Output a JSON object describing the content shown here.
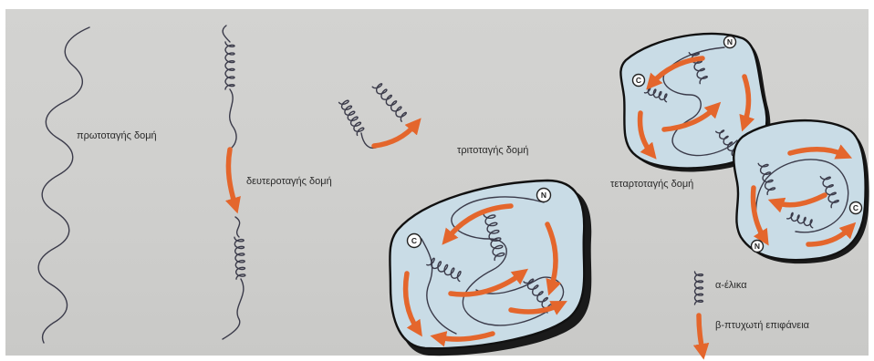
{
  "labels": {
    "primary": "πρωτοταγής δομή",
    "secondary": "δευτεροταγής δομή",
    "tertiary": "τριτοταγής δομή",
    "quaternary": "τεταρτοταγής δομή"
  },
  "legend": {
    "helix": "α-έλικα",
    "sheet": "β-πτυχωτή επιφάνεια"
  },
  "terminals": {
    "n": "N",
    "c": "C"
  },
  "colors": {
    "background": "#d0d0ce",
    "blob_fill": "#c9dce6",
    "sheet_arrow": "#e4662c",
    "chain": "#3b3b4a"
  }
}
